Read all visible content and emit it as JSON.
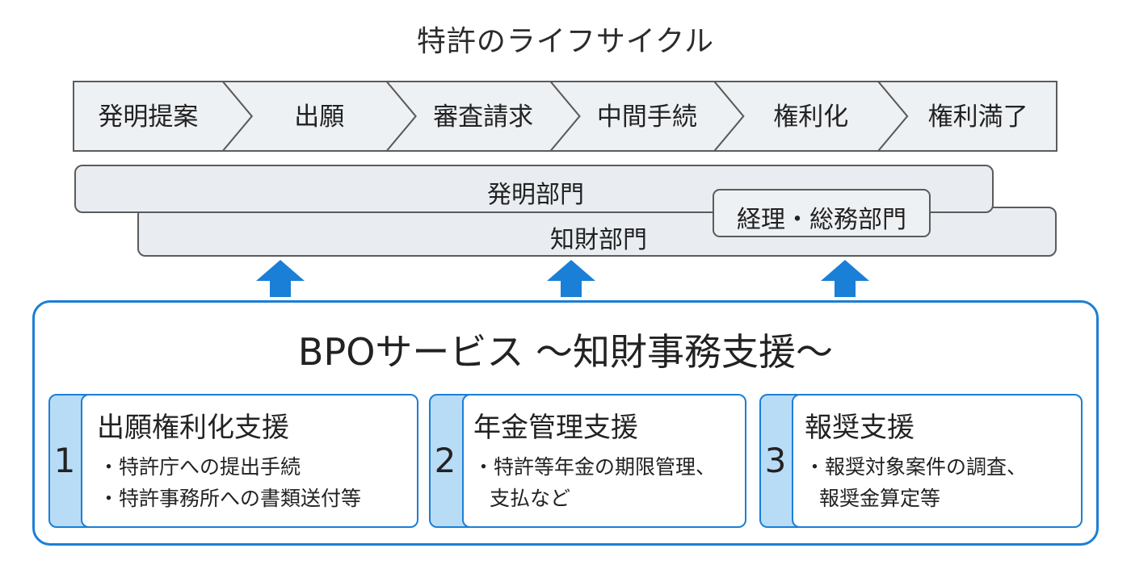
{
  "title": "特許のライフサイクル",
  "stages": [
    "発明提案",
    "出願",
    "審査請求",
    "中間手続",
    "権利化",
    "権利満了"
  ],
  "departments": {
    "invention": "発明部門",
    "ip": "知財部門",
    "accounting": "経理・総務部門"
  },
  "bpo": {
    "title": "BPOサービス ～知財事務支援～",
    "cards": [
      {
        "number": "1",
        "heading": "出願権利化支援",
        "lines": [
          "・特許庁への提出手続",
          "・特許事務所への書類送付等"
        ]
      },
      {
        "number": "2",
        "heading": "年金管理支援",
        "lines": [
          "・特許等年金の期限管理、",
          "支払など"
        ]
      },
      {
        "number": "3",
        "heading": "報奨支援",
        "lines": [
          "・報奨対象案件の調査、",
          "報奨金算定等"
        ]
      }
    ]
  },
  "colors": {
    "accent": "#1a7fd6",
    "card_tab": "#b9dcf6",
    "band": "#e9edf1",
    "stage_fill": "#eef1f4",
    "outline": "#5b5b5b"
  }
}
